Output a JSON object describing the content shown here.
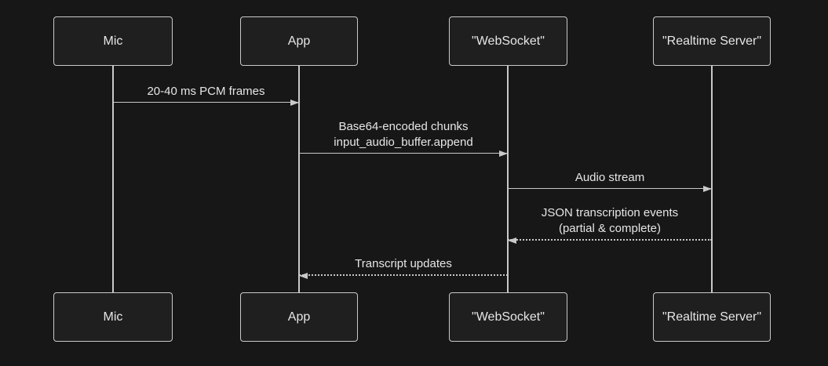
{
  "diagram": {
    "type": "sequence",
    "colors": {
      "background": "#171717",
      "actor_fill": "#1f1f1f",
      "actor_border": "#c9c9c9",
      "text": "#e6e6e6",
      "line": "#c9c9c9"
    },
    "actors": [
      {
        "label": "Mic"
      },
      {
        "label": "App"
      },
      {
        "label": "\"WebSocket\""
      },
      {
        "label": "\"Realtime Server\""
      }
    ],
    "messages": [
      {
        "from": "Mic",
        "to": "App",
        "line_style": "solid",
        "arrow": "right",
        "lines": [
          "20-40 ms PCM frames"
        ]
      },
      {
        "from": "App",
        "to": "\"WebSocket\"",
        "line_style": "solid",
        "arrow": "right",
        "lines": [
          "Base64-encoded chunks",
          "input_audio_buffer.append"
        ]
      },
      {
        "from": "\"WebSocket\"",
        "to": "\"Realtime Server\"",
        "line_style": "solid",
        "arrow": "right",
        "lines": [
          "Audio stream"
        ]
      },
      {
        "from": "\"Realtime Server\"",
        "to": "\"WebSocket\"",
        "line_style": "dotted",
        "arrow": "left",
        "lines": [
          "JSON transcription events",
          "(partial & complete)"
        ]
      },
      {
        "from": "\"WebSocket\"",
        "to": "App",
        "line_style": "dotted",
        "arrow": "left",
        "lines": [
          "Transcript updates"
        ]
      }
    ]
  }
}
